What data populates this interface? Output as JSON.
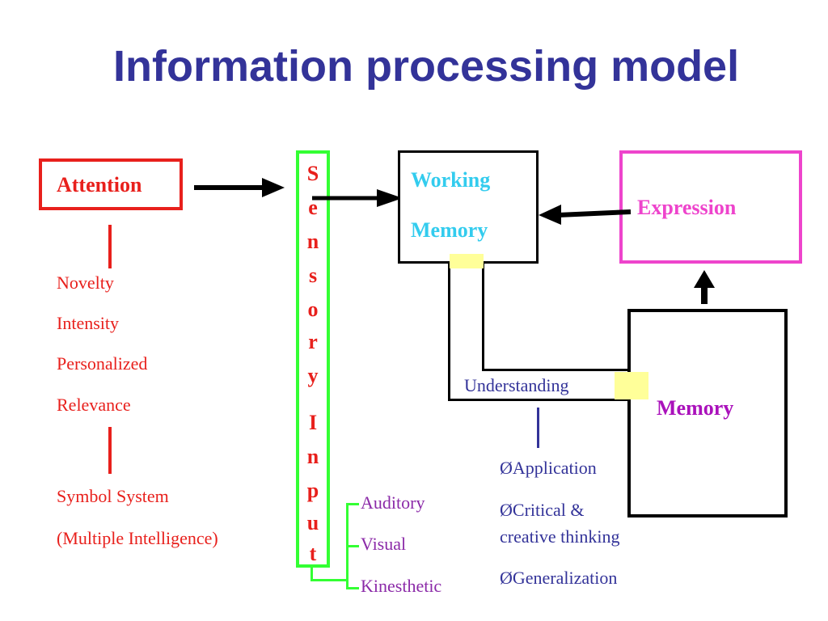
{
  "title": "Information processing model",
  "attention": {
    "label": "Attention",
    "factors": [
      "Novelty",
      "Intensity",
      "Personalized",
      "Relevance"
    ],
    "symbol_system": "Symbol System",
    "multiple_intelligence": "(Multiple Intelligence)"
  },
  "sensory_input": {
    "letters": [
      "S",
      "e",
      "n",
      "s",
      "o",
      "r",
      "y",
      "I",
      "n",
      "p",
      "u",
      "t"
    ],
    "modalities": [
      "Auditory",
      "Visual",
      "Kinesthetic"
    ]
  },
  "working_memory": {
    "line1": "Working",
    "line2": "Memory"
  },
  "expression": {
    "label": "Expression"
  },
  "memory": {
    "label": "Memory"
  },
  "understanding": {
    "label": "Understanding",
    "bullet": "Ø",
    "items": [
      "Application",
      "Critical &",
      "creative thinking",
      "Generalization"
    ]
  },
  "colors": {
    "title": "#333399",
    "attention": "#e8201c",
    "sensory_border": "#33ff33",
    "working_memory_text": "#33ccee",
    "expression": "#ee44cc",
    "memory_text": "#aa11bb",
    "modalities": "#8b2aa8",
    "understanding": "#333399",
    "connector_pad": "#ffff99"
  }
}
